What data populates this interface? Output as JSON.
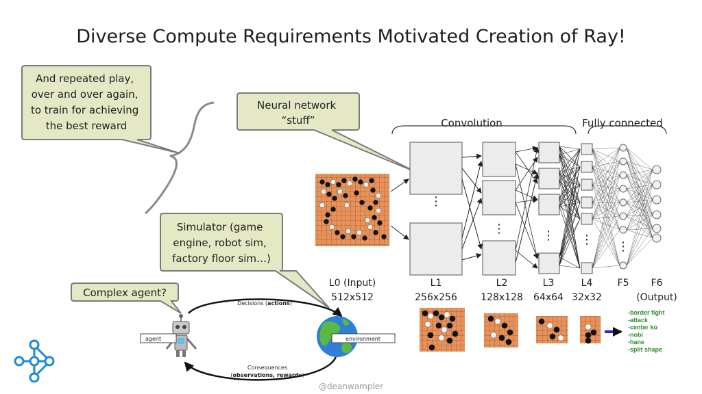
{
  "title": "Diverse Compute Requirements Motivated Creation of Ray!",
  "bubbles": {
    "repeated_play": [
      "And repeated play,",
      "over and over again,",
      "to train for achieving",
      "the best reward"
    ],
    "neural_network": [
      "Neural network",
      "“stuff”"
    ],
    "simulator": [
      "Simulator (game",
      "engine, robot sim,",
      "factory floor sim…)"
    ],
    "complex_agent": "Complex agent?"
  },
  "network": {
    "convolution_label": "Convolution",
    "fully_connected_label": "Fully connected",
    "layers": [
      {
        "name": "L0 (Input)",
        "size": "512x512"
      },
      {
        "name": "L1",
        "size": "256x256"
      },
      {
        "name": "L2",
        "size": "128x128"
      },
      {
        "name": "L3",
        "size": "64x64"
      },
      {
        "name": "L4",
        "size": "32x32"
      },
      {
        "name": "F5",
        "size": ""
      },
      {
        "name": "F6",
        "size": "(Output)"
      }
    ],
    "outputs": [
      "-border fight",
      "-attack",
      "-center ko",
      "-nobi",
      "-hane",
      "-split shape"
    ]
  },
  "rl_loop": {
    "decisions_prefix": "Decisions (",
    "decisions_bold": "actions",
    "decisions_suffix": ")",
    "consequences_line1": "Consequences",
    "consequences_prefix": "(",
    "consequences_bold": "observations, rewards",
    "consequences_suffix": ")",
    "agent_label": "agent",
    "environment_label": "environment"
  },
  "credit": "@deanwampler",
  "colors": {
    "bubble_fill": "#e4e8c4",
    "bubble_stroke": "#7a7a7a",
    "output_text": "#2e8b2e",
    "output_arrow": "#3a1fd1",
    "board": "#e8925a",
    "logo": "#1d8ad8"
  }
}
